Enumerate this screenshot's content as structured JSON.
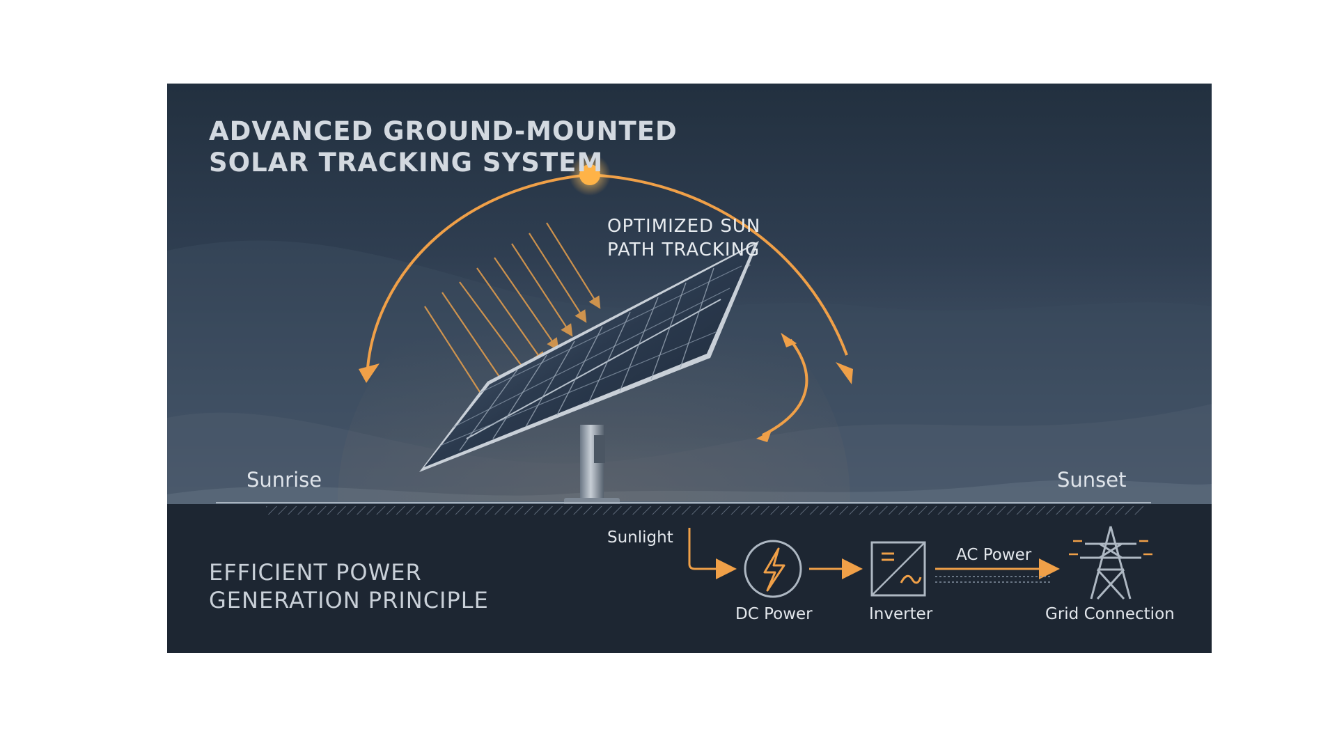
{
  "title": {
    "line1": "ADVANCED GROUND-MOUNTED",
    "line2": "SOLAR TRACKING SYSTEM"
  },
  "sun_path": {
    "label_line1": "OPTIMIZED SUN",
    "label_line2": "PATH TRACKING",
    "sunrise": "Sunrise",
    "sunset": "Sunset"
  },
  "principle": {
    "line1": "EFFICIENT POWER",
    "line2": "GENERATION PRINCIPLE"
  },
  "flow": {
    "sunlight": "Sunlight",
    "dc_power": "DC Power",
    "inverter": "Inverter",
    "ac_power": "AC Power",
    "grid": "Grid Connection"
  },
  "icons": {
    "sun": "sun-icon",
    "dc": "lightning-bolt-icon",
    "inverter": "inverter-icon",
    "grid": "transmission-tower-icon"
  },
  "colors": {
    "accent_orange": "#f0a048",
    "sun_core": "#ffb347",
    "sky_top": "#22303f",
    "ground_band": "#1d2632"
  }
}
